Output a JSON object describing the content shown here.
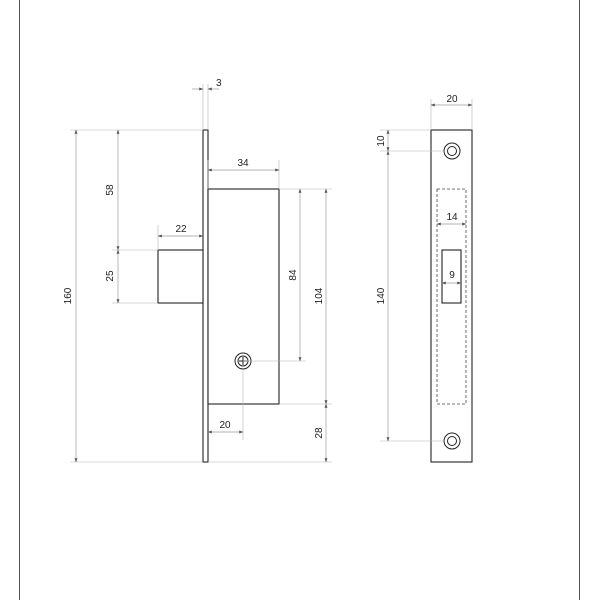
{
  "dimensions": {
    "faceplate_thickness": "3",
    "body_width": "34",
    "bolt_projection": "22",
    "bolt_height": "25",
    "top_to_bolt": "58",
    "overall_height": "160",
    "screw_offset": "20",
    "body_height": "104",
    "screw_spacing_body": "84",
    "bottom_offset": "28",
    "strike_width": "20",
    "strike_top_offset": "10",
    "strike_hole_spacing": "140",
    "strike_recess_width": "14",
    "strike_slot_width": "9"
  }
}
